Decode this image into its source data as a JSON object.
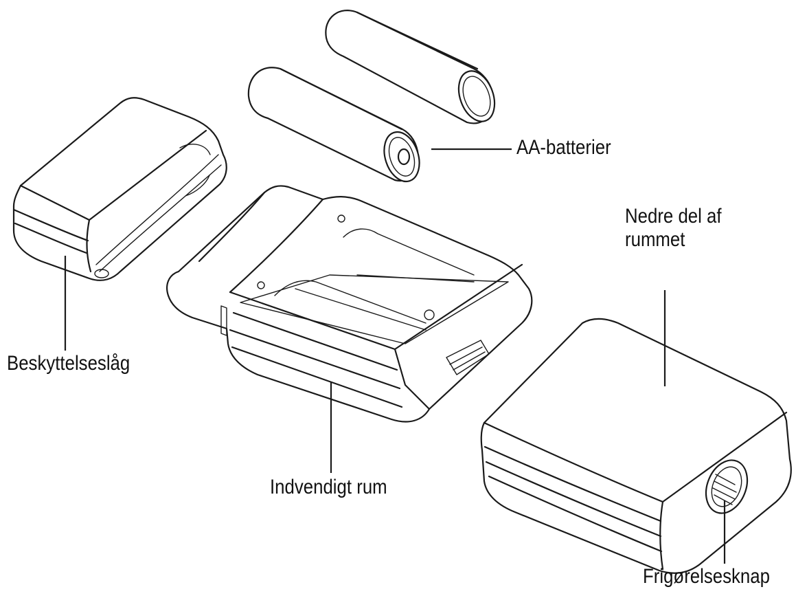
{
  "labels": {
    "batteries": "AA-batterier",
    "lower_part": "Nedre del af\nrummet",
    "protective_cover": "Beskyttelseslåg",
    "inner_compartment": "Indvendigt rum",
    "release_button": "Frigørelsesknap"
  },
  "colors": {
    "line": "#1a1a1a",
    "background": "#ffffff"
  }
}
